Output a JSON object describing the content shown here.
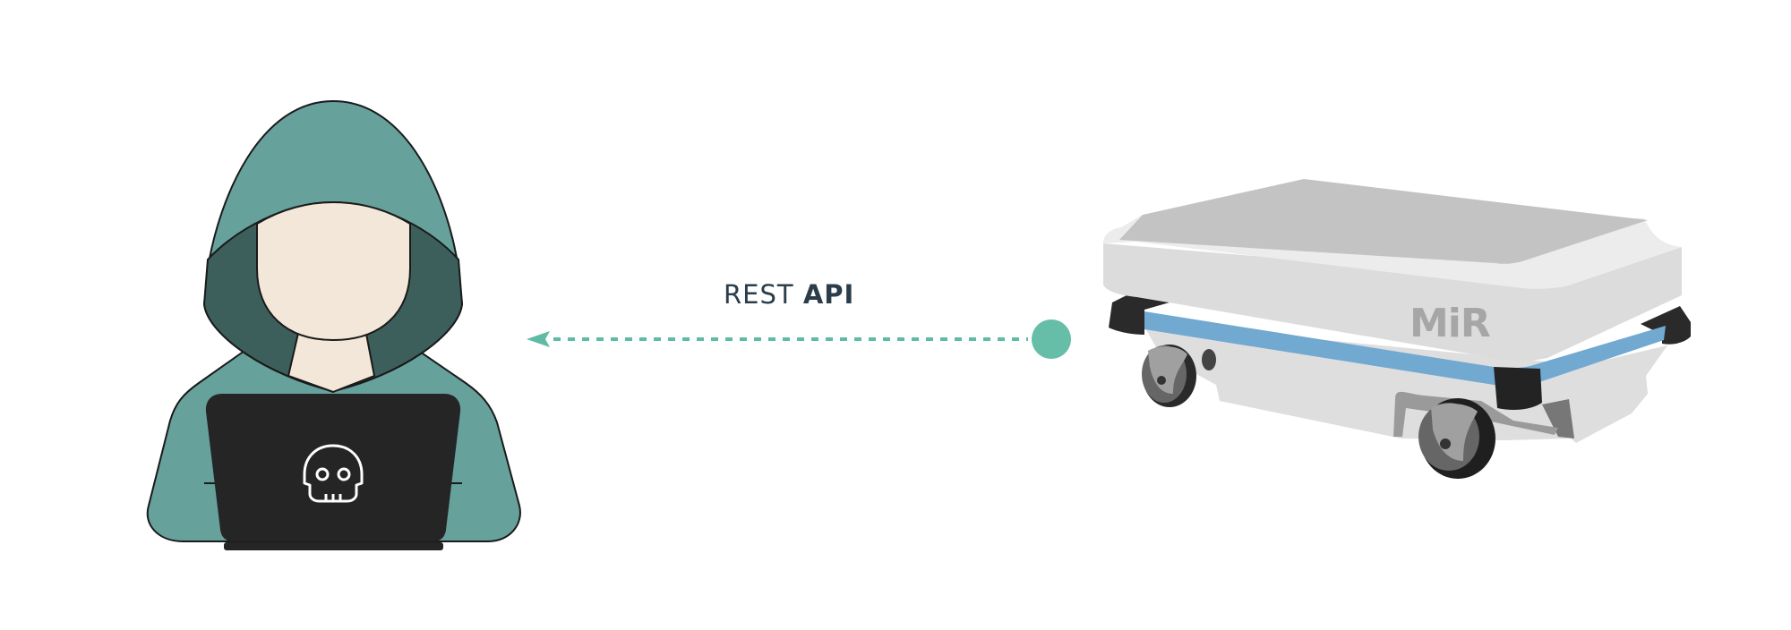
{
  "label": {
    "prefix": "REST",
    "emphasis": "API"
  },
  "robot": {
    "logo_text": "MiR"
  },
  "colors": {
    "hood": "#66a19c",
    "hood_shadow": "#3d5f5c",
    "skin": "#f2e7d8",
    "laptop": "#252525",
    "arrow": "#5fbba4",
    "robot_body": "#dcdcdc",
    "robot_top": "#c3c3c3",
    "robot_stripe": "#72a9d1",
    "label_text": "#2b3d4a"
  },
  "icons": [
    "hacker-figure",
    "skull-icon",
    "arrow-head-icon",
    "mobile-robot"
  ]
}
